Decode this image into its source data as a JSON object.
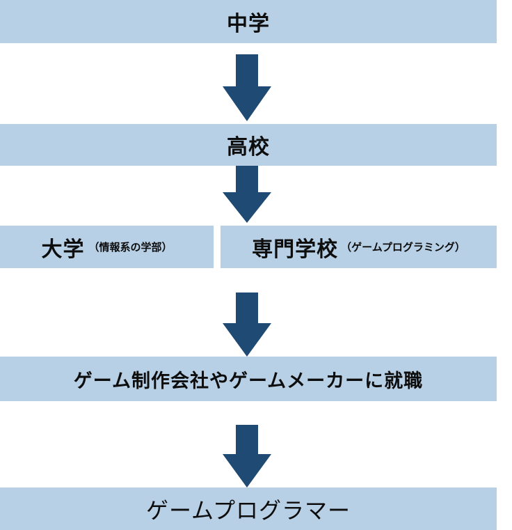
{
  "colors": {
    "box_fill": "#b8d0e6",
    "arrow": "#1e4a74",
    "text": "#0d0d0d"
  },
  "steps": {
    "middle_school": "中学",
    "high_school": "高校",
    "university": "大学",
    "university_note": "（情報系の学部）",
    "vocational": "専門学校",
    "vocational_note": "（ゲームプログラミング）",
    "employment": "ゲーム制作会社やゲームメーカーに就職",
    "goal": "ゲームプログラマー"
  }
}
